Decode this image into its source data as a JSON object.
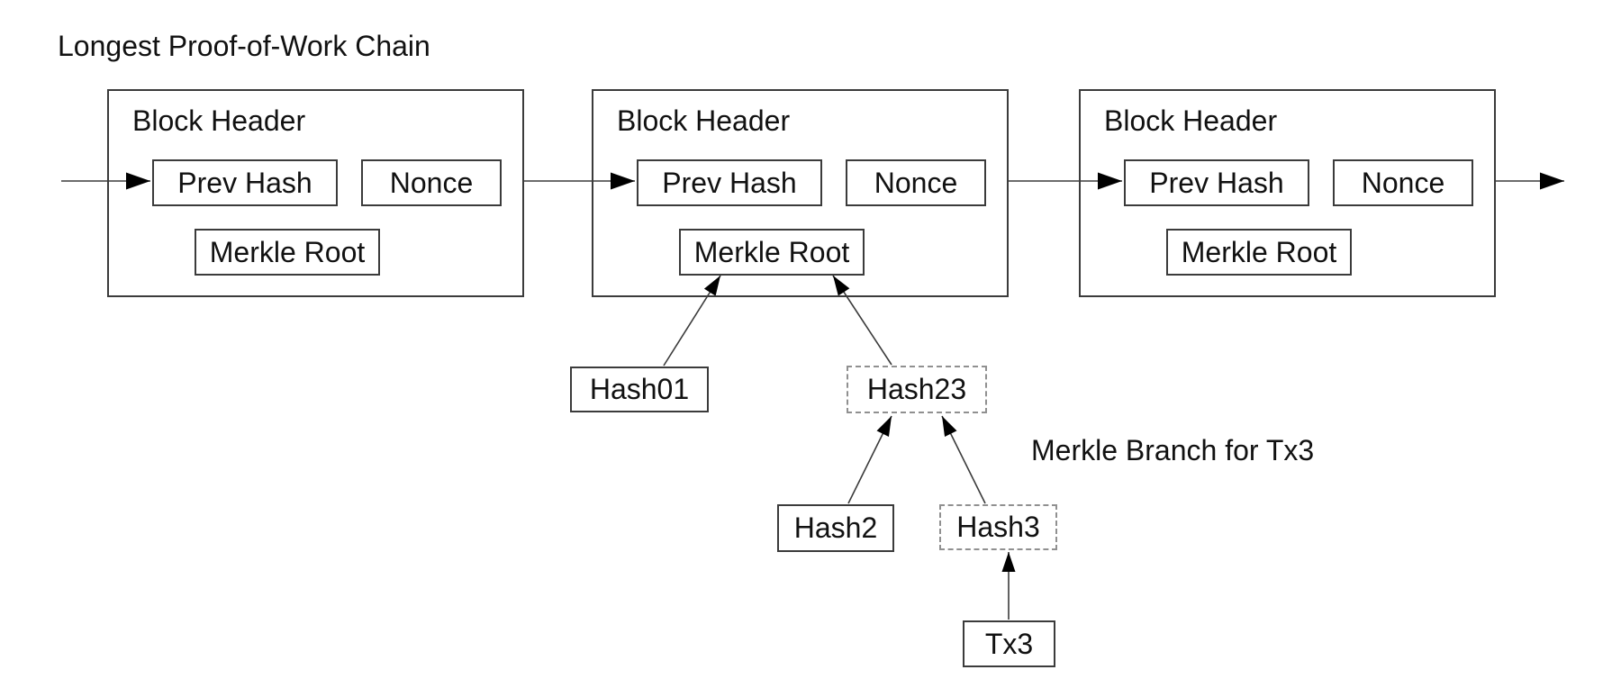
{
  "title": "Longest Proof-of-Work Chain",
  "annotation": "Merkle Branch for Tx3",
  "blocks": [
    {
      "label": "Block Header",
      "prev_hash": "Prev Hash",
      "nonce": "Nonce",
      "merkle_root": "Merkle Root"
    },
    {
      "label": "Block Header",
      "prev_hash": "Prev Hash",
      "nonce": "Nonce",
      "merkle_root": "Merkle Root"
    },
    {
      "label": "Block Header",
      "prev_hash": "Prev Hash",
      "nonce": "Nonce",
      "merkle_root": "Merkle Root"
    }
  ],
  "merkle": {
    "hash01": "Hash01",
    "hash23": "Hash23",
    "hash2": "Hash2",
    "hash3": "Hash3",
    "tx3": "Tx3"
  },
  "colors": {
    "background": "#ffffff",
    "text": "#111111",
    "solid_border": "#3b3b3b",
    "dashed_border": "#909090",
    "line": "#3b3b3b",
    "arrowhead": "#000000"
  }
}
